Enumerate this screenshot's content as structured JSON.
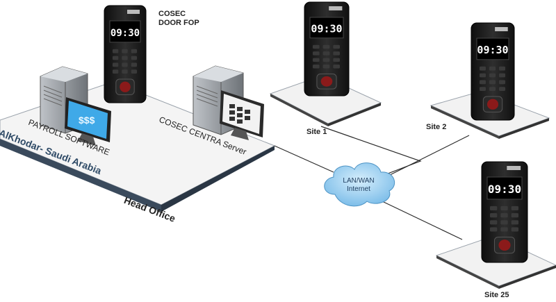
{
  "head_office": {
    "device_label_line1": "COSEC",
    "device_label_line2": "DOOR FOP",
    "server_label": "COSEC CENTRA Server",
    "payroll_label": "PAYROLL SOFTWARE",
    "payroll_screen_text": "$$$",
    "location_label": "AlKhodar- Saudi Arabia",
    "office_label": "Head Office"
  },
  "network": {
    "line1": "LAN/WAN",
    "line2": "Internet"
  },
  "sites": [
    {
      "label": "Site 1",
      "time": "09:30"
    },
    {
      "label": "Site 2",
      "time": "09:30"
    },
    {
      "label": "Site 25",
      "time": "09:30"
    }
  ],
  "head_device_time": "09:30",
  "colors": {
    "platform_edge": "#3a4a5c",
    "device_body": "#1c1c1c",
    "cloud": "#8cc8ee",
    "link_line": "#2a2a2a"
  }
}
